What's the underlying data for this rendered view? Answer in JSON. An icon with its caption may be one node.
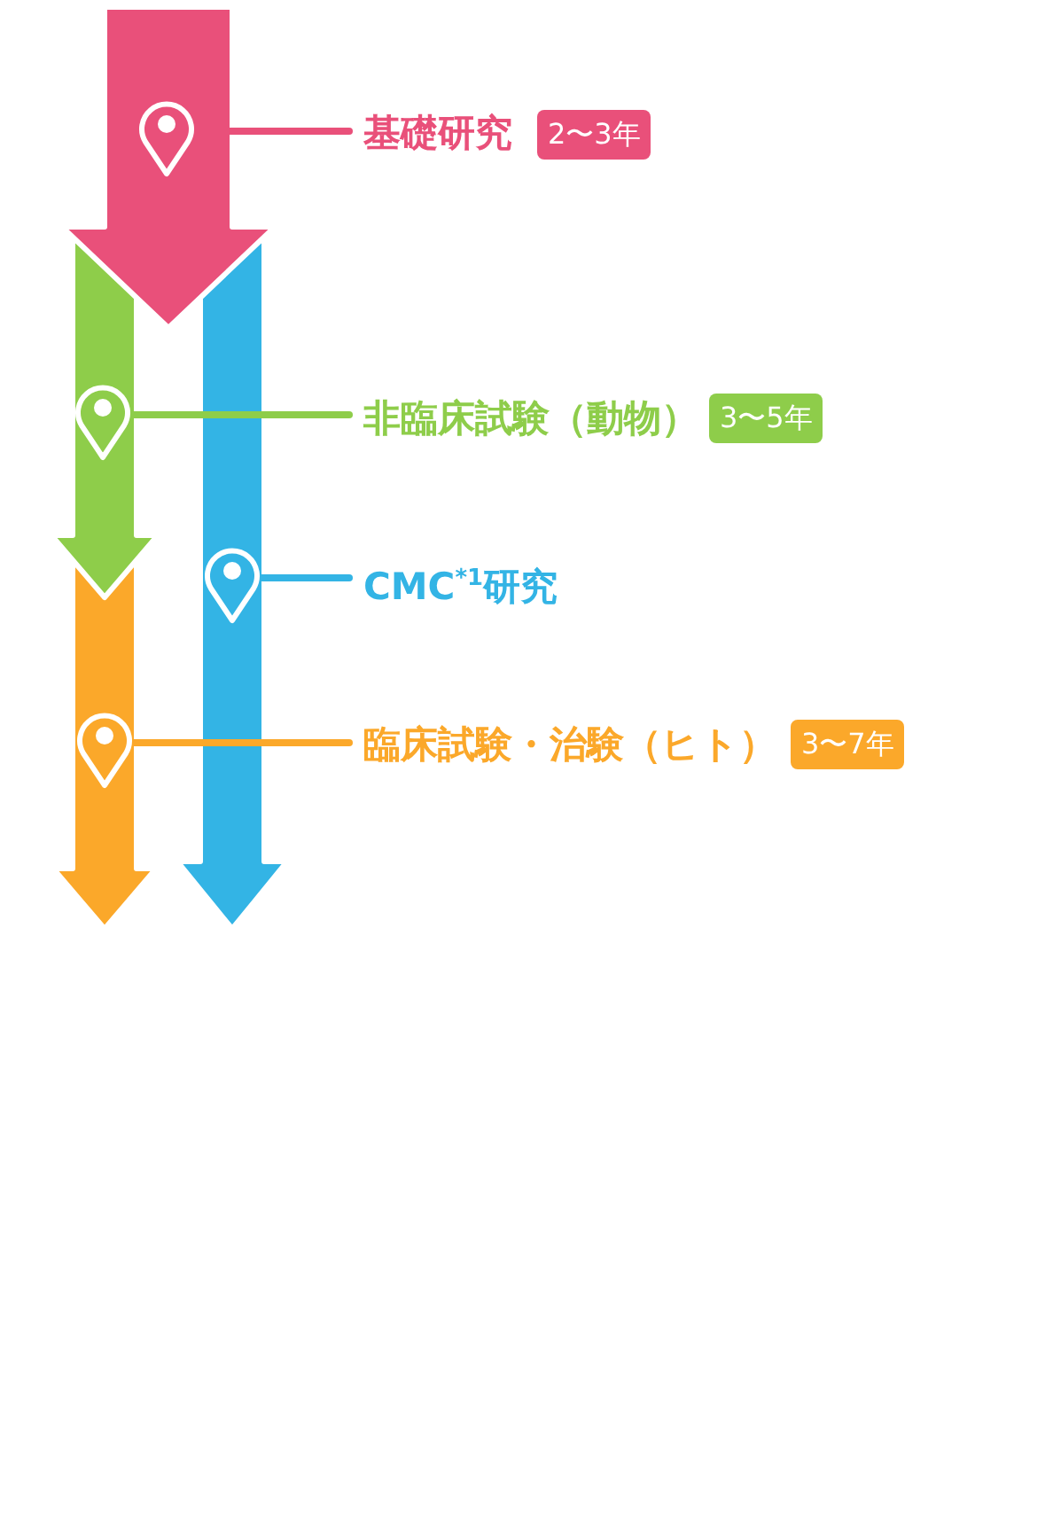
{
  "diagram": {
    "nodes": [
      {
        "text": [],
        "shape": "pin"
      },
      {
        "text": [
          "基礎研究"
        ]
      },
      {
        "text": [
          "2〜3年"
        ]
      },
      {
        "text": [],
        "shape": "pin"
      },
      {
        "text": [
          "非臨床試験（動物）"
        ]
      },
      {
        "text": [
          "3〜5年"
        ]
      },
      {
        "text": [],
        "shape": "pin"
      },
      {
        "text": [
          "CMC$^{*1}$研究"
        ]
      },
      {
        "text": [],
        "shape": "pin"
      },
      {
        "text": [
          "臨床試験・治験（ヒト）"
        ]
      },
      {
        "text": [
          "3〜7年"
        ]
      }
    ],
    "edges": [
      {
        "from": 0,
        "to": 1,
        "arrow": "none",
        "color": "#e9507a"
      },
      {
        "from": 3,
        "to": 4,
        "arrow": "none",
        "color": "#8ecd4a"
      },
      {
        "from": 6,
        "to": 7,
        "arrow": "none",
        "color": "#33b4e5"
      },
      {
        "from": 8,
        "to": 9,
        "arrow": "none",
        "color": "#fba82a"
      }
    ]
  }
}
